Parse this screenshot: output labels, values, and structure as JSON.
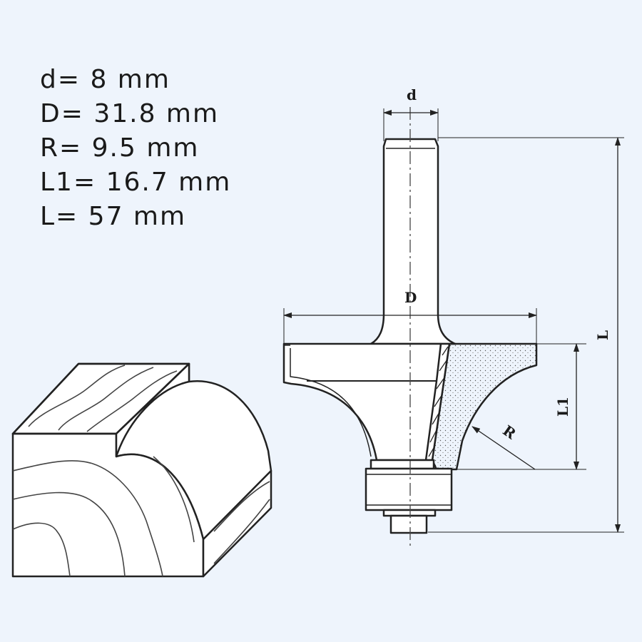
{
  "specs": [
    {
      "key": "d",
      "text": "d= 8 mm"
    },
    {
      "key": "D",
      "text": "D= 31.8 mm"
    },
    {
      "key": "R",
      "text": "R= 9.5 mm"
    },
    {
      "key": "L1",
      "text": "L1= 16.7 mm"
    },
    {
      "key": "L",
      "text": "L= 57 mm"
    }
  ],
  "dimension_labels": {
    "shank_diameter": "d",
    "cutter_diameter": "D",
    "radius": "R",
    "cutting_length": "L1",
    "total_length": "L"
  },
  "colors": {
    "background": "#eef4fc",
    "line": "#222222",
    "fill": "#ffffff"
  }
}
